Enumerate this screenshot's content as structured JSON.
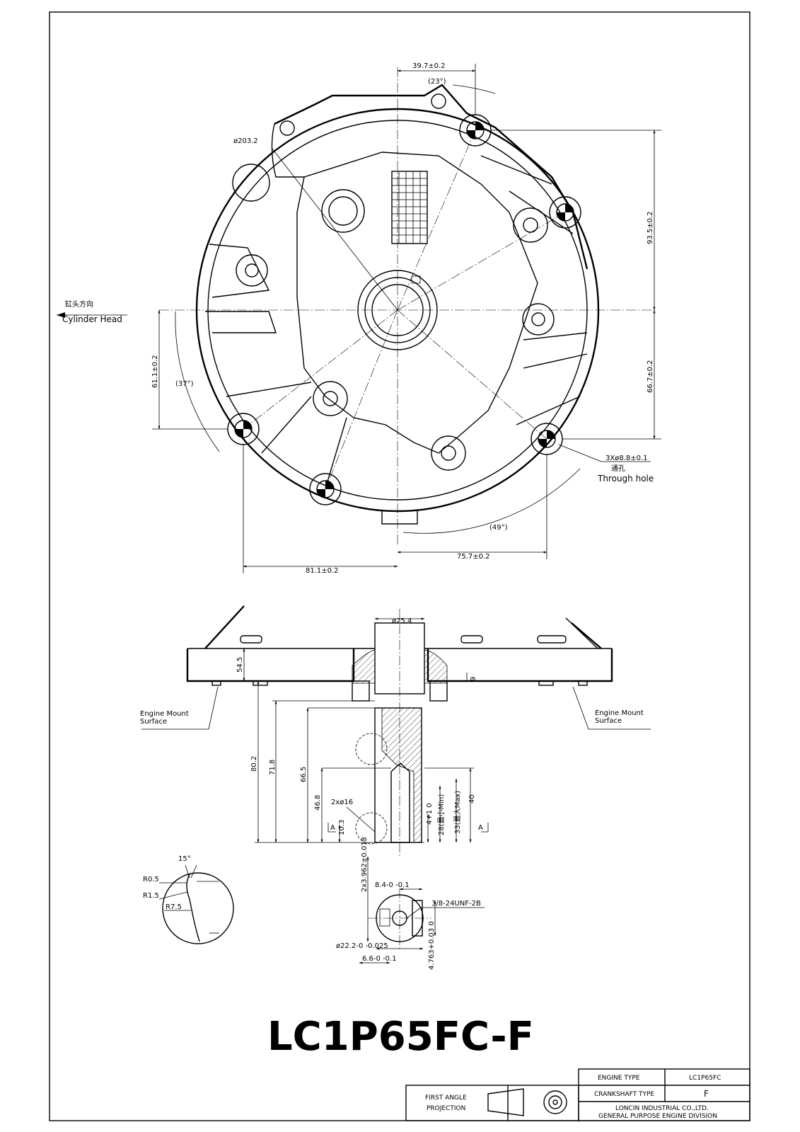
{
  "title": "LC1P65FC-F",
  "top_view": {
    "dims": {
      "d1": "39.7±0.2",
      "a1": "(23°)",
      "d2": "ø203.2",
      "d3": "93.5±0.2",
      "d4": "66.7±0.2",
      "d5": "61.1±0.2",
      "a2": "(37°)",
      "d6": "3Xø8.8±0.1",
      "a3": "(49°)",
      "d7": "75.7±0.2",
      "d8": "81.1±0.2"
    },
    "cyl_cn": "缸头方向",
    "cyl_en": "Cylinder Head",
    "through_cn": "通孔",
    "through_en": "Through hole"
  },
  "side_view": {
    "dims": {
      "d1": "ø25.4",
      "d2": "54.5",
      "d3": "9",
      "d4": "80.2",
      "d5": "71.8",
      "d6": "66.5",
      "d7": "46.8",
      "d8": "10.3",
      "d9": "2xø16",
      "d10": "4+1 0",
      "d11": "28(最小Min)",
      "d12": "33(最大Max)",
      "d13": "40"
    },
    "sec_a": "A",
    "mount_l1": "Engine Mount",
    "mount_l2": "Surface"
  },
  "detail": {
    "angle": "15°",
    "r1": "R0.5",
    "r2": "R1.5",
    "r3": "R7.5"
  },
  "section": {
    "d1": "2x3.962±0.018",
    "d2": "8.4-0 -0.1",
    "d3": "3/8-24UNF-2B",
    "d4": "ø22.2-0 -0.025",
    "d5": "6.6-0 -0.1",
    "d6": "4.763+0.03 0"
  },
  "title_block": {
    "engine_type_label": "ENGINE TYPE",
    "engine_type_value": "LC1P65FC",
    "crankshaft_type_label": "CRANKSHAFT TYPE",
    "crankshaft_type_value": "F",
    "projection_line1": "FIRST ANGLE",
    "projection_line2": "PROJECTION",
    "company_line1": "LONCIN INDUSTRIAL CO.,LTD.",
    "company_line2": "GENERAL PURPOSE ENGINE DIVISION"
  }
}
